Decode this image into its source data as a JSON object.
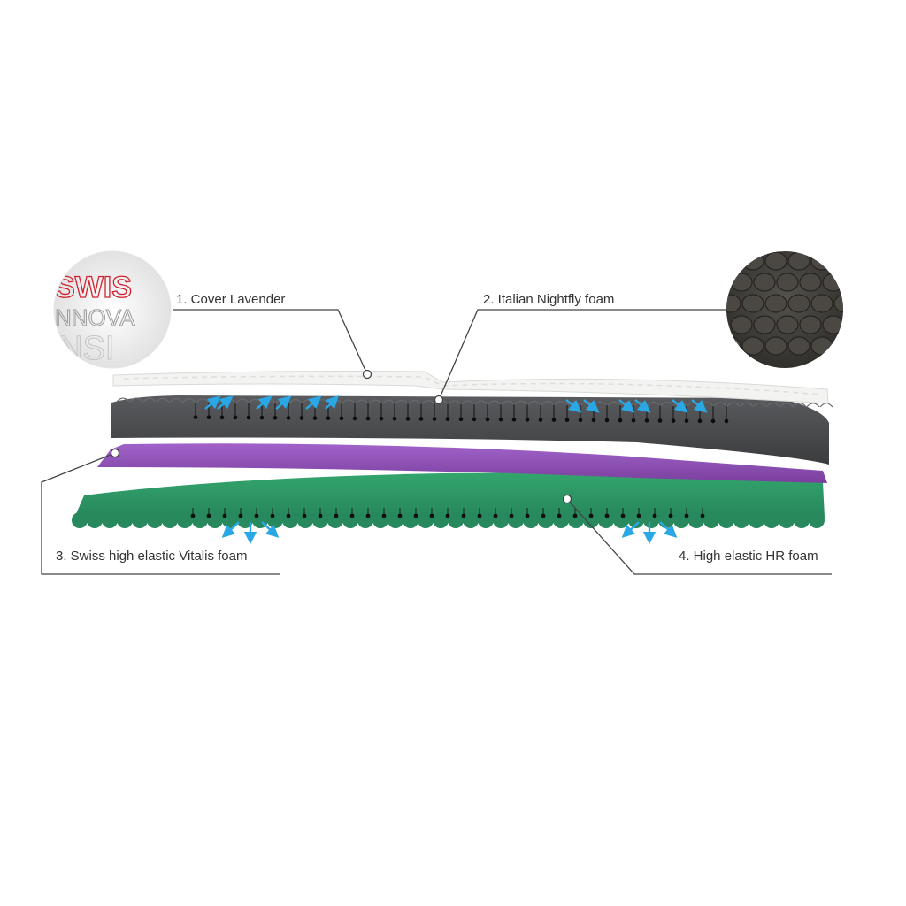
{
  "layers": [
    {
      "number": "1",
      "label": "1. Cover Lavender",
      "color": "#f2f2f0"
    },
    {
      "number": "2",
      "label": "2. Italian Nightfly foam",
      "color": "#4a4b4d"
    },
    {
      "number": "3",
      "label": "3. Swiss high elastic Vitalis foam",
      "color": "#8a4fb0"
    },
    {
      "number": "4",
      "label": "4. High elastic HR foam",
      "color": "#2e9a65"
    }
  ],
  "cover_inset": {
    "icon": "fabric-texture-icon",
    "text_lines": [
      "SWIS",
      "NNOVA",
      "NSI"
    ],
    "accent": "#d0222f"
  },
  "foam_inset": {
    "icon": "egg-crate-foam-icon",
    "color": "#3c3a36"
  },
  "airflow_color": "#2aa8e6",
  "leader_color": "#444444"
}
